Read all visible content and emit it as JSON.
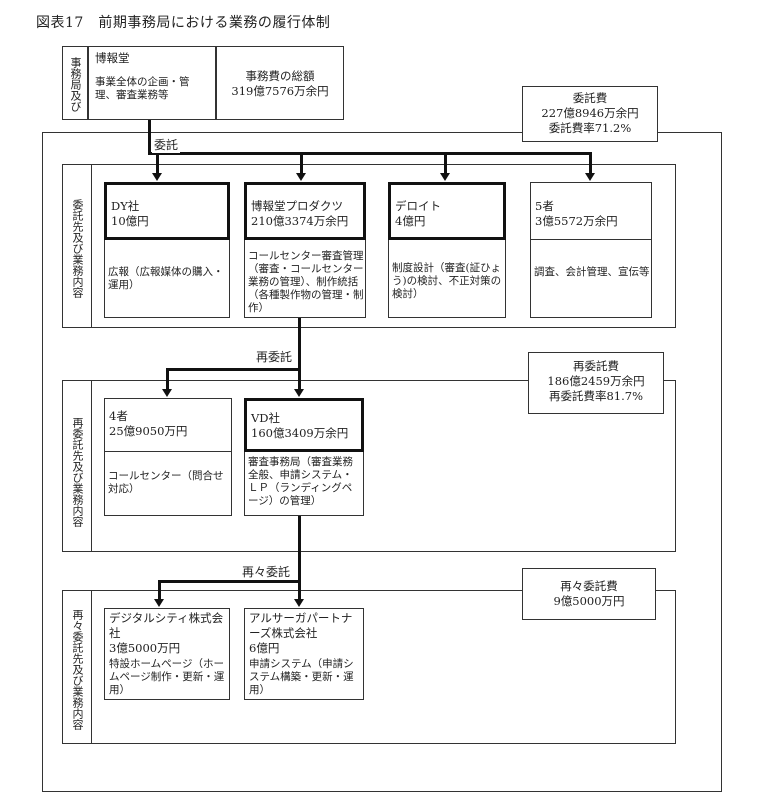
{
  "title": "図表17　前期事務局における業務の履行体制",
  "top": {
    "side_label": "事務局及び",
    "name": "博報堂",
    "desc": "事業全体の企画・管理、審査業務等",
    "total_label": "事務費の総額",
    "total_value": "319億7576万余円"
  },
  "outsource_summary": {
    "title": "委託費",
    "amount": "227億8946万余円",
    "rate": "委託費率71.2%"
  },
  "resub_summary": {
    "title": "再委託費",
    "amount": "186億2459万余円",
    "rate": "再委託費率81.7%"
  },
  "reresub_summary": {
    "title": "再々委託費",
    "amount": "9億5000万円"
  },
  "flow_labels": {
    "itaku": "委託",
    "saiitaku": "再委託",
    "saisaiitaku": "再々委託"
  },
  "section_labels": {
    "s1": "委託先及び業務内容",
    "s2": "再委託先及び業務内容",
    "s3": "再々委託先及び業務内容"
  },
  "tier1": [
    {
      "name": "DY社",
      "amount": "10億円",
      "desc": "広報（広報媒体の購入・運用）"
    },
    {
      "name": "博報堂プロダクツ",
      "amount": "210億3374万余円",
      "desc": "コールセンター審査管理（審査・コールセンター業務の管理）、制作統括（各種製作物の管理・制作）"
    },
    {
      "name": "デロイト",
      "amount": "4億円",
      "desc": "制度設計（審査(証ひょう)の検討、不正対策の検討）"
    },
    {
      "name": "5者",
      "amount": "3億5572万余円",
      "desc": "調査、会計管理、宣伝等"
    }
  ],
  "tier2": [
    {
      "name": "4者",
      "amount": "25億9050万円",
      "desc": "コールセンター（問合せ対応）"
    },
    {
      "name": "VD社",
      "amount": "160億3409万余円",
      "desc": "審査事務局（審査業務全般、申請システム・ＬＰ（ランディングページ）の管理）"
    }
  ],
  "tier3": [
    {
      "name": "デジタルシティ株式会社",
      "amount": "3億5000万円",
      "desc": "特設ホームページ（ホームページ制作・更新・運用）"
    },
    {
      "name": "アルサーガパートナーズ株式会社",
      "amount": "6億円",
      "desc": "申請システム（申請システム構築・更新・運用）"
    }
  ]
}
